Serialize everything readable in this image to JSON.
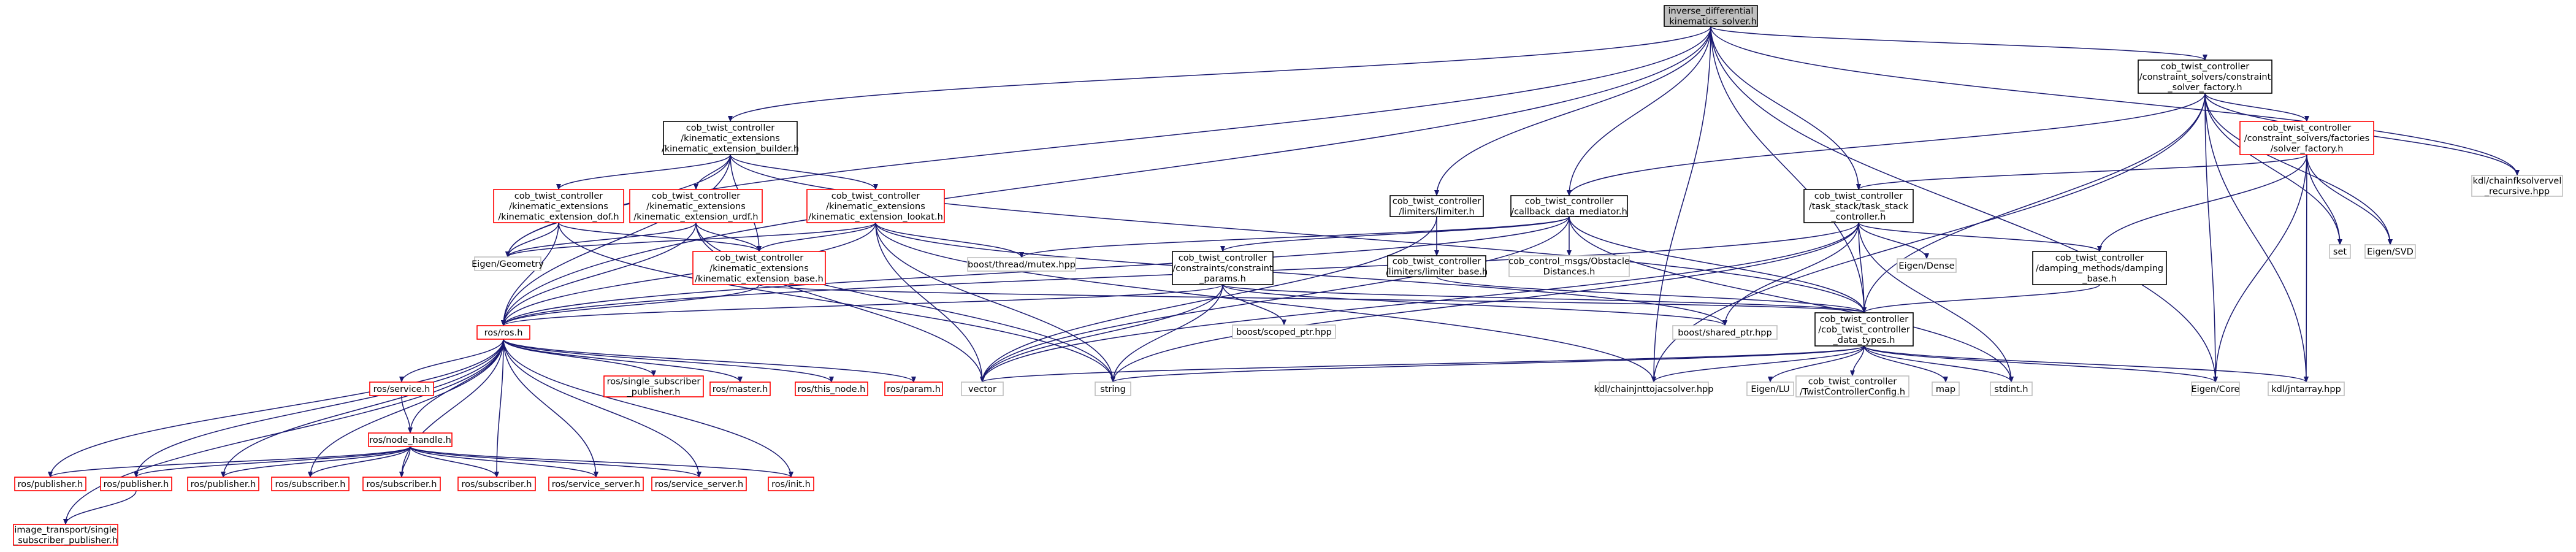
{
  "colors": {
    "edge": "#191970",
    "root_fill": "#bfbfbf",
    "root_border": "#000000",
    "documented_border": "#000000",
    "undocumented_border": "#ff0000",
    "external_border": "#bfbfbf",
    "node_fill": "#ffffff",
    "text": "#000000"
  },
  "nodes": [
    {
      "id": "root",
      "lines": [
        "inverse_differential",
        "_kinematics_solver.h"
      ],
      "kind": "root"
    },
    {
      "id": "ceb",
      "lines": [
        "cob_twist_controller",
        "/kinematic_extensions",
        "/kinematic_extension_builder.h"
      ],
      "kind": "documented"
    },
    {
      "id": "csf",
      "lines": [
        "cob_twist_controller",
        "/constraint_solvers/constraint",
        "_solver_factory.h"
      ],
      "kind": "documented"
    },
    {
      "id": "kdlvel",
      "lines": [
        "kdl/chainfksolvervel",
        "_recursive.hpp"
      ],
      "kind": "external"
    },
    {
      "id": "dof",
      "lines": [
        "cob_twist_controller",
        "/kinematic_extensions",
        "/kinematic_extension_dof.h"
      ],
      "kind": "undocumented"
    },
    {
      "id": "urdf",
      "lines": [
        "cob_twist_controller",
        "/kinematic_extensions",
        "/kinematic_extension_urdf.h"
      ],
      "kind": "undocumented"
    },
    {
      "id": "lookat",
      "lines": [
        "cob_twist_controller",
        "/kinematic_extensions",
        "/kinematic_extension_lookat.h"
      ],
      "kind": "undocumented"
    },
    {
      "id": "limiter",
      "lines": [
        "cob_twist_controller",
        "/limiters/limiter.h"
      ],
      "kind": "documented"
    },
    {
      "id": "cdm",
      "lines": [
        "cob_twist_controller",
        "/callback_data_mediator.h"
      ],
      "kind": "documented"
    },
    {
      "id": "tst",
      "lines": [
        "cob_twist_controller",
        "/task_stack/task_stack",
        "_controller.h"
      ],
      "kind": "documented"
    },
    {
      "id": "solfac",
      "lines": [
        "cob_twist_controller",
        "/constraint_solvers/factories",
        "/solver_factory.h"
      ],
      "kind": "undocumented"
    },
    {
      "id": "set",
      "lines": [
        "set"
      ],
      "kind": "external"
    },
    {
      "id": "eigsvd",
      "lines": [
        "Eigen/SVD"
      ],
      "kind": "external"
    },
    {
      "id": "eiggeo",
      "lines": [
        "Eigen/Geometry"
      ],
      "kind": "external"
    },
    {
      "id": "keb",
      "lines": [
        "cob_twist_controller",
        "/kinematic_extensions",
        "/kinematic_extension_base.h"
      ],
      "kind": "undocumented"
    },
    {
      "id": "mutex",
      "lines": [
        "boost/thread/mutex.hpp"
      ],
      "kind": "external"
    },
    {
      "id": "ccp",
      "lines": [
        "cob_twist_controller",
        "/constraints/constraint",
        "_params.h"
      ],
      "kind": "documented"
    },
    {
      "id": "limbase",
      "lines": [
        "cob_twist_controller",
        "/limiters/limiter_base.h"
      ],
      "kind": "documented"
    },
    {
      "id": "obst",
      "lines": [
        "cob_control_msgs/Obstacle",
        "Distances.h"
      ],
      "kind": "external"
    },
    {
      "id": "eigdense",
      "lines": [
        "Eigen/Dense"
      ],
      "kind": "external"
    },
    {
      "id": "damp",
      "lines": [
        "cob_twist_controller",
        "/damping_methods/damping",
        "_base.h"
      ],
      "kind": "documented"
    },
    {
      "id": "types",
      "lines": [
        "cob_twist_controller",
        "/cob_twist_controller",
        "_data_types.h"
      ],
      "kind": "documented"
    },
    {
      "id": "scoped",
      "lines": [
        "boost/scoped_ptr.hpp"
      ],
      "kind": "external"
    },
    {
      "id": "shared",
      "lines": [
        "boost/shared_ptr.hpp"
      ],
      "kind": "external"
    },
    {
      "id": "rosh",
      "lines": [
        "ros/ros.h"
      ],
      "kind": "undocumented"
    },
    {
      "id": "service",
      "lines": [
        "ros/service.h"
      ],
      "kind": "undocumented"
    },
    {
      "id": "singlesub",
      "lines": [
        "ros/single_subscriber",
        "_publisher.h"
      ],
      "kind": "undocumented"
    },
    {
      "id": "master",
      "lines": [
        "ros/master.h"
      ],
      "kind": "undocumented"
    },
    {
      "id": "thisnode",
      "lines": [
        "ros/this_node.h"
      ],
      "kind": "undocumented"
    },
    {
      "id": "param",
      "lines": [
        "ros/param.h"
      ],
      "kind": "undocumented"
    },
    {
      "id": "vector",
      "lines": [
        "vector"
      ],
      "kind": "external"
    },
    {
      "id": "string",
      "lines": [
        "string"
      ],
      "kind": "external"
    },
    {
      "id": "kdljnt",
      "lines": [
        "kdl/chainjnttojacsolver.hpp"
      ],
      "kind": "external"
    },
    {
      "id": "eiglu",
      "lines": [
        "Eigen/LU"
      ],
      "kind": "external"
    },
    {
      "id": "tcc",
      "lines": [
        "cob_twist_controller",
        "/TwistControllerConfig.h"
      ],
      "kind": "external"
    },
    {
      "id": "map",
      "lines": [
        "map"
      ],
      "kind": "external"
    },
    {
      "id": "stdint",
      "lines": [
        "stdint.h"
      ],
      "kind": "external"
    },
    {
      "id": "eigcore",
      "lines": [
        "Eigen/Core"
      ],
      "kind": "external"
    },
    {
      "id": "jntarr",
      "lines": [
        "kdl/jntarray.hpp"
      ],
      "kind": "external"
    },
    {
      "id": "nodeh",
      "lines": [
        "ros/node_handle.h"
      ],
      "kind": "undocumented"
    },
    {
      "id": "pub1",
      "lines": [
        "ros/publisher.h"
      ],
      "kind": "undocumented"
    },
    {
      "id": "pub2",
      "lines": [
        "ros/publisher.h"
      ],
      "kind": "undocumented"
    },
    {
      "id": "pub3",
      "lines": [
        "ros/publisher.h"
      ],
      "kind": "undocumented"
    },
    {
      "id": "sub1",
      "lines": [
        "ros/subscriber.h"
      ],
      "kind": "undocumented"
    },
    {
      "id": "sub2",
      "lines": [
        "ros/subscriber.h"
      ],
      "kind": "undocumented"
    },
    {
      "id": "sub3",
      "lines": [
        "ros/subscriber.h"
      ],
      "kind": "undocumented"
    },
    {
      "id": "srv1",
      "lines": [
        "ros/service_server.h"
      ],
      "kind": "undocumented"
    },
    {
      "id": "srv2",
      "lines": [
        "ros/service_server.h"
      ],
      "kind": "undocumented"
    },
    {
      "id": "init",
      "lines": [
        "ros/init.h"
      ],
      "kind": "undocumented"
    },
    {
      "id": "imgt",
      "lines": [
        "image_transport/single",
        "_subscriber_publisher.h"
      ],
      "kind": "undocumented"
    }
  ],
  "edges": [
    [
      "root",
      "ceb"
    ],
    [
      "root",
      "csf"
    ],
    [
      "root",
      "kdlvel"
    ],
    [
      "root",
      "limiter"
    ],
    [
      "root",
      "cdm"
    ],
    [
      "root",
      "tst"
    ],
    [
      "root",
      "eiggeo"
    ],
    [
      "root",
      "rosh"
    ],
    [
      "root",
      "types"
    ],
    [
      "root",
      "kdljnt"
    ],
    [
      "root",
      "eigcore"
    ],
    [
      "ceb",
      "dof"
    ],
    [
      "ceb",
      "urdf"
    ],
    [
      "ceb",
      "lookat"
    ],
    [
      "ceb",
      "keb"
    ],
    [
      "ceb",
      "eiggeo"
    ],
    [
      "ceb",
      "rosh"
    ],
    [
      "ceb",
      "types"
    ],
    [
      "csf",
      "solfac"
    ],
    [
      "csf",
      "kdlvel"
    ],
    [
      "csf",
      "set"
    ],
    [
      "csf",
      "eigsvd"
    ],
    [
      "csf",
      "cdm"
    ],
    [
      "csf",
      "types"
    ],
    [
      "csf",
      "eigcore"
    ],
    [
      "csf",
      "jntarr"
    ],
    [
      "csf",
      "kdljnt"
    ],
    [
      "dof",
      "keb"
    ],
    [
      "dof",
      "eiggeo"
    ],
    [
      "dof",
      "rosh"
    ],
    [
      "dof",
      "string"
    ],
    [
      "urdf",
      "keb"
    ],
    [
      "urdf",
      "eiggeo"
    ],
    [
      "urdf",
      "rosh"
    ],
    [
      "urdf",
      "vector"
    ],
    [
      "urdf",
      "string"
    ],
    [
      "lookat",
      "keb"
    ],
    [
      "lookat",
      "eiggeo"
    ],
    [
      "lookat",
      "rosh"
    ],
    [
      "lookat",
      "vector"
    ],
    [
      "lookat",
      "string"
    ],
    [
      "lookat",
      "shared"
    ],
    [
      "lookat",
      "kdljnt"
    ],
    [
      "lookat",
      "mutex"
    ],
    [
      "limiter",
      "limbase"
    ],
    [
      "limiter",
      "vector"
    ],
    [
      "limbase",
      "types"
    ],
    [
      "cdm",
      "mutex"
    ],
    [
      "cdm",
      "ccp"
    ],
    [
      "cdm",
      "obst"
    ],
    [
      "cdm",
      "types"
    ],
    [
      "cdm",
      "rosh"
    ],
    [
      "cdm",
      "vector"
    ],
    [
      "cdm",
      "stdint"
    ],
    [
      "tst",
      "eigdense"
    ],
    [
      "tst",
      "damp"
    ],
    [
      "tst",
      "types"
    ],
    [
      "tst",
      "shared"
    ],
    [
      "tst",
      "vector"
    ],
    [
      "tst",
      "string"
    ],
    [
      "tst",
      "stdint"
    ],
    [
      "tst",
      "rosh"
    ],
    [
      "solfac",
      "tst"
    ],
    [
      "solfac",
      "damp"
    ],
    [
      "solfac",
      "set"
    ],
    [
      "solfac",
      "eigsvd"
    ],
    [
      "solfac",
      "eigcore"
    ],
    [
      "solfac",
      "jntarr"
    ],
    [
      "ccp",
      "types"
    ],
    [
      "ccp",
      "scoped"
    ],
    [
      "ccp",
      "shared"
    ],
    [
      "ccp",
      "rosh"
    ],
    [
      "ccp",
      "vector"
    ],
    [
      "ccp",
      "string"
    ],
    [
      "damp",
      "types"
    ],
    [
      "keb",
      "rosh"
    ],
    [
      "keb",
      "types"
    ],
    [
      "types",
      "vector"
    ],
    [
      "types",
      "string"
    ],
    [
      "types",
      "kdljnt"
    ],
    [
      "types",
      "eiglu"
    ],
    [
      "types",
      "tcc"
    ],
    [
      "types",
      "map"
    ],
    [
      "types",
      "stdint"
    ],
    [
      "types",
      "eigcore"
    ],
    [
      "types",
      "jntarr"
    ],
    [
      "rosh",
      "service"
    ],
    [
      "rosh",
      "singlesub"
    ],
    [
      "rosh",
      "master"
    ],
    [
      "rosh",
      "thisnode"
    ],
    [
      "rosh",
      "param"
    ],
    [
      "rosh",
      "nodeh"
    ],
    [
      "rosh",
      "pub1"
    ],
    [
      "rosh",
      "pub2"
    ],
    [
      "rosh",
      "pub3"
    ],
    [
      "rosh",
      "sub1"
    ],
    [
      "rosh",
      "sub2"
    ],
    [
      "rosh",
      "sub3"
    ],
    [
      "rosh",
      "srv1"
    ],
    [
      "rosh",
      "srv2"
    ],
    [
      "rosh",
      "init"
    ],
    [
      "rosh",
      "imgt"
    ],
    [
      "service",
      "nodeh"
    ],
    [
      "nodeh",
      "pub1"
    ],
    [
      "nodeh",
      "pub2"
    ],
    [
      "nodeh",
      "pub3"
    ],
    [
      "nodeh",
      "sub1"
    ],
    [
      "nodeh",
      "sub2"
    ],
    [
      "nodeh",
      "sub3"
    ],
    [
      "nodeh",
      "srv1"
    ],
    [
      "nodeh",
      "srv2"
    ],
    [
      "nodeh",
      "init"
    ],
    [
      "pub2",
      "imgt"
    ]
  ]
}
